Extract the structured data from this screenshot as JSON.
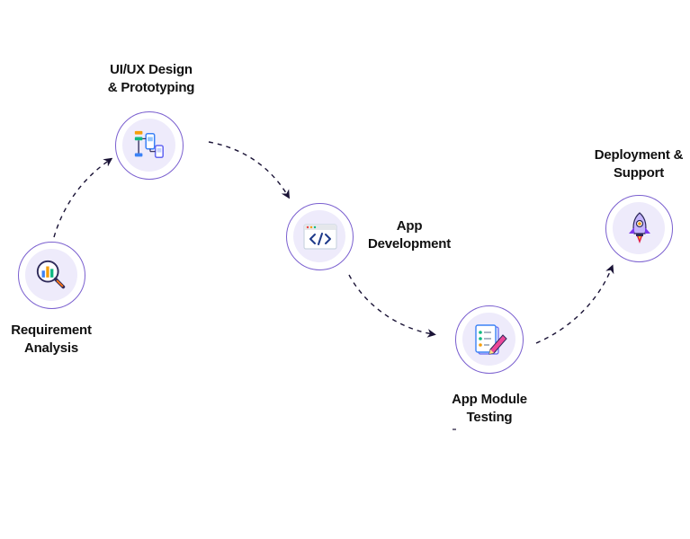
{
  "steps": [
    {
      "id": "requirement",
      "line1": "Requirement",
      "line2": "Analysis",
      "icon": "analysis-magnifier-icon"
    },
    {
      "id": "design",
      "line1": "UI/UX Design",
      "line2": "& Prototyping",
      "icon": "wireframe-flow-icon"
    },
    {
      "id": "development",
      "line1": "App",
      "line2": "Development",
      "icon": "code-window-icon"
    },
    {
      "id": "testing",
      "line1": "App Module",
      "line2": "Testing",
      "icon": "checklist-pencil-icon"
    },
    {
      "id": "deployment",
      "line1": "Deployment &",
      "line2": "Support",
      "icon": "rocket-icon"
    }
  ],
  "colors": {
    "ring": "#7a5fcf",
    "inner": "#eeebfb",
    "connector": "#1a1336",
    "text": "#111111"
  }
}
